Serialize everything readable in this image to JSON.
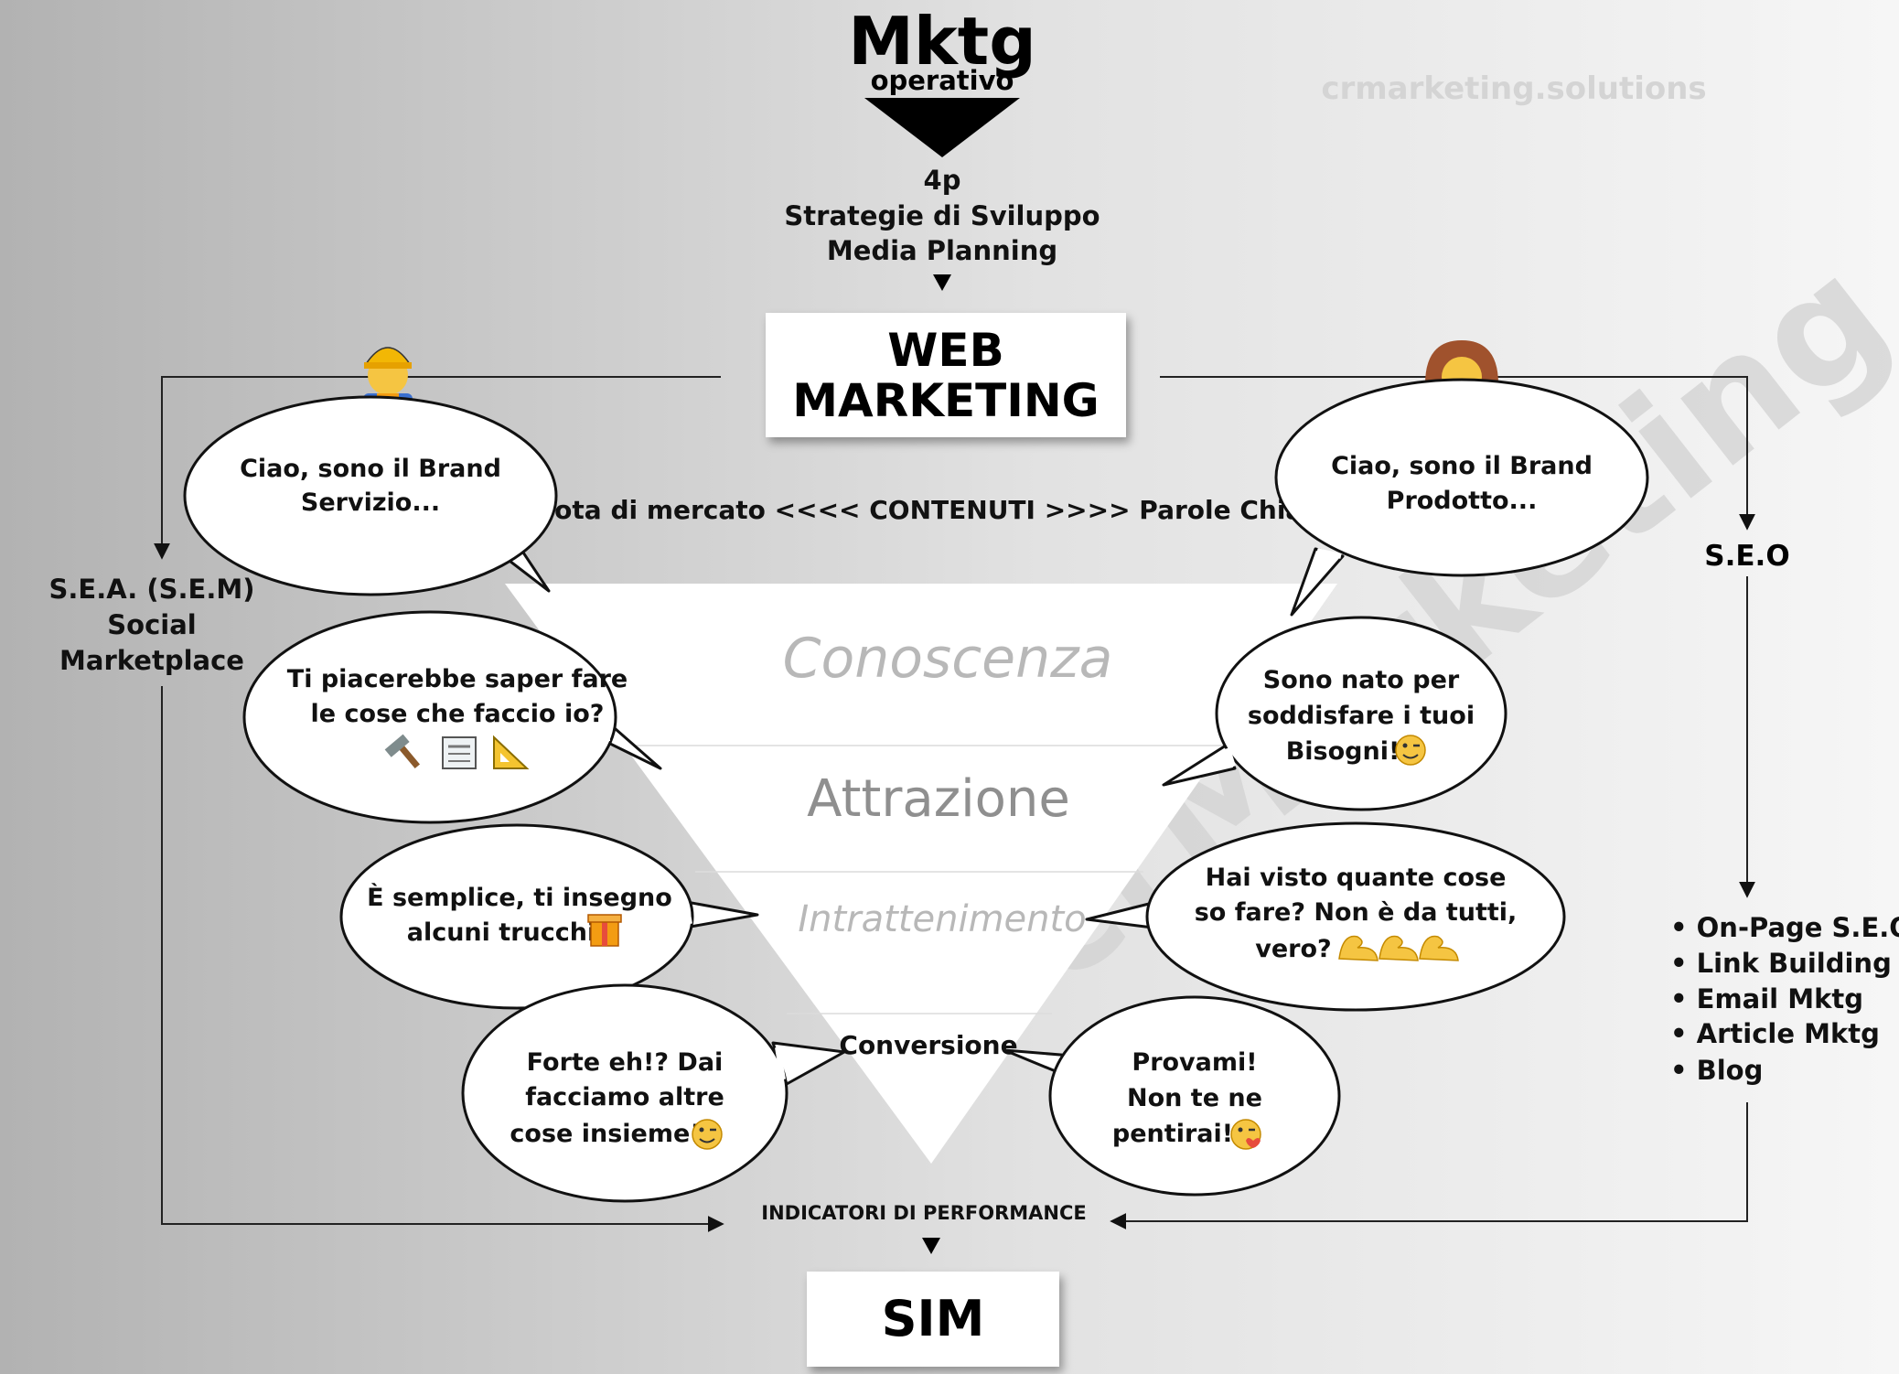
{
  "header": {
    "title": "Mktg",
    "subtitle": "operativo"
  },
  "website": "crmarketing.solutions",
  "intro_lines": [
    "4p",
    "Strategie di Sviluppo",
    "Media Planning"
  ],
  "main_box": {
    "line1": "WEB",
    "line2": "MARKETING"
  },
  "tagline": "Quota di mercato <<<< CONTENUTI >>>> Parole Chiave",
  "left_channel": [
    "S.E.A. (S.E.M)",
    "Social",
    "Marketplace"
  ],
  "right_channel": {
    "title": "S.E.O",
    "items": [
      "On-Page S.E.O.",
      "Link Building",
      "Email Mktg",
      "Article Mktg",
      "Blog"
    ]
  },
  "funnel": {
    "stages": [
      "Conoscenza",
      "Attrazione",
      "Intrattenimento",
      "Conversione"
    ]
  },
  "left_bubbles": [
    {
      "lines": [
        "Ciao, sono il Brand",
        "Servizio..."
      ]
    },
    {
      "lines": [
        "Ti piacerebbe saper fare",
        "le cose che faccio io?"
      ]
    },
    {
      "lines": [
        "È semplice, ti insegno",
        "alcuni trucchi"
      ]
    },
    {
      "lines": [
        "Forte eh!? Dai",
        "facciamo altre",
        "cose insieme!"
      ]
    }
  ],
  "right_bubbles": [
    {
      "lines": [
        "Ciao, sono il Brand",
        "Prodotto..."
      ]
    },
    {
      "lines": [
        "Sono nato per",
        "soddisfare i tuoi",
        "Bisogni!"
      ]
    },
    {
      "lines": [
        "Hai visto quante cose",
        "so fare? Non è da tutti,",
        "vero?"
      ]
    },
    {
      "lines": [
        "Provami!",
        "Non te ne",
        "pentirai!"
      ]
    }
  ],
  "bottom": {
    "indicators": "INDICATORI DI PERFORMANCE",
    "box": "SIM"
  },
  "icons": [
    "construction-worker-icon",
    "woman-icon",
    "hammer-icon",
    "newspaper-icon",
    "triangle-ruler-icon",
    "gift-icon",
    "wink-icon",
    "flexed-biceps-icon",
    "kiss-icon"
  ],
  "colors": {
    "bg_dark": "#b4b4b4",
    "bg_light": "#f4f4f4",
    "ink": "#111111",
    "funnel": "#ffffff",
    "stage_text": "#9a9a9a",
    "watermark": "#d6d6d6"
  }
}
